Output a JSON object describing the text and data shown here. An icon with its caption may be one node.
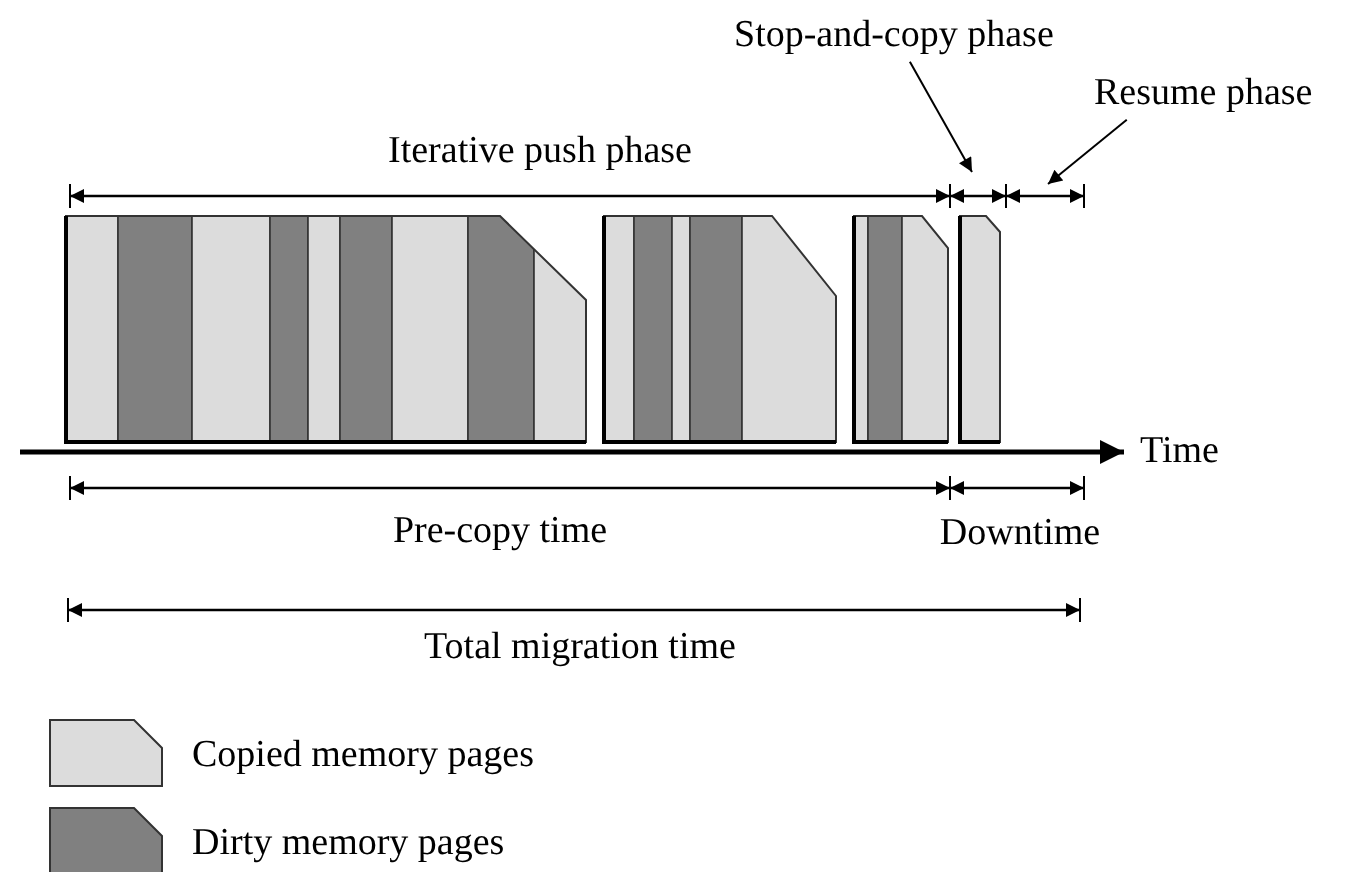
{
  "diagram": {
    "nodes": [
      {
        "text": [
          "Stop-and-copy phase"
        ]
      },
      {
        "text": [
          "Resume phase"
        ]
      }
    ],
    "edges": [
      {
        "from": 0,
        "to": null,
        "arrow": "to"
      },
      {
        "from": 1,
        "to": null,
        "arrow": "to"
      }
    ],
    "labels": [
      "Iterative push phase",
      "Time",
      "Pre-copy time",
      "Downtime",
      "Total migration time"
    ],
    "legend": [
      {
        "text": "Copied memory pages",
        "color": "#dcdcdc"
      },
      {
        "text": "Dirty memory pages",
        "color": "#808080"
      }
    ]
  }
}
